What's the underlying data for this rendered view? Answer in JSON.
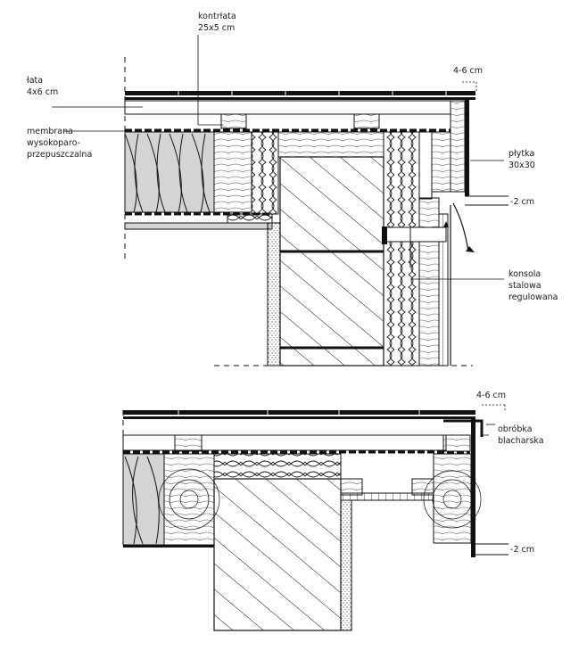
{
  "labels": {
    "kontrlata_1": "kontrłata",
    "kontrlata_2": "25x5 cm",
    "lata_1": "łata",
    "lata_2": "4x6 cm",
    "membrana_1": "membrana",
    "membrana_2": "wysokoparo-",
    "membrana_3": "przepuszczalna",
    "plytka_1": "płytka",
    "plytka_2": "30x30",
    "konsola_1": "konsola",
    "konsola_2": "stalowa",
    "konsola_3": "regulowana",
    "obrobka_1": "obróbka",
    "obrobka_2": "blacharska",
    "dim_top_1": "4-6 cm",
    "dim_top_2": "2 cm",
    "dim_bottom_1": "4-6 cm",
    "dim_bottom_2": "2 cm"
  },
  "colors": {
    "line": "#111111",
    "insulation": "#d4d4d4",
    "timber": "#d9d9d9",
    "paper": "#ffffff"
  }
}
